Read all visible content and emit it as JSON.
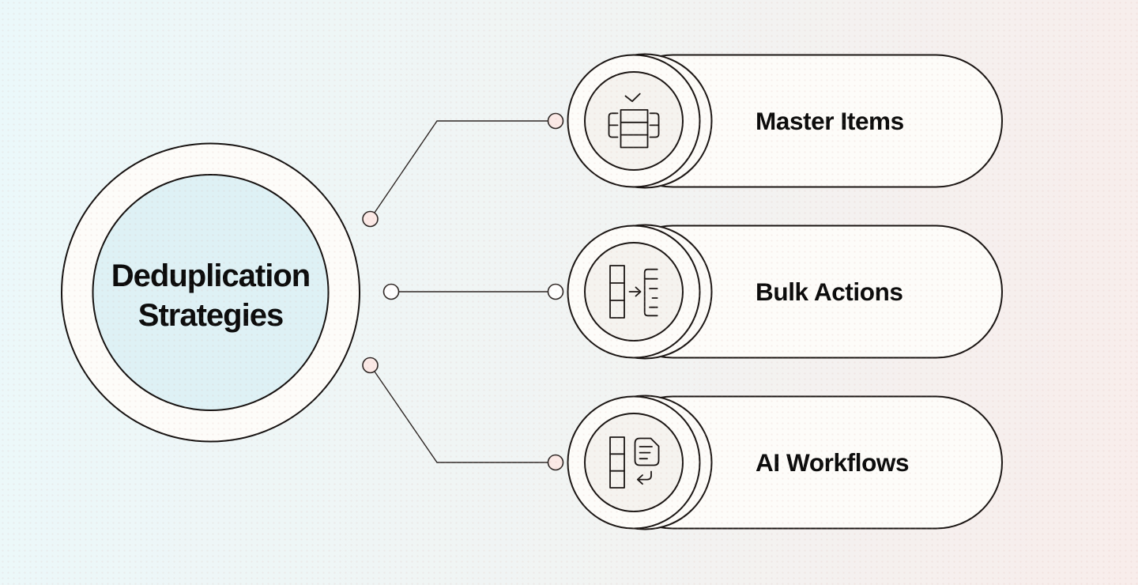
{
  "diagram": {
    "title": "Deduplication Strategies",
    "title_lines": [
      "Deduplication",
      "Strategies"
    ],
    "items": [
      {
        "label": "Master Items",
        "icon": "table-master-column-check-icon"
      },
      {
        "label": "Bulk Actions",
        "icon": "table-to-list-arrow-icon"
      },
      {
        "label": "AI Workflows",
        "icon": "table-document-return-icon"
      }
    ],
    "colors": {
      "background_left": "#ebf8fa",
      "background_right": "#f8edeb",
      "shape_fill": "#fdfcf9",
      "icon_inner_fill": "#f5f3ef",
      "center_inner_fill": "#def1f5",
      "stroke": "#1b1614",
      "connector_dot_pink": "#fbe9e6",
      "connector_dot_white": "#fefefe",
      "text": "#0c0c0c"
    }
  }
}
